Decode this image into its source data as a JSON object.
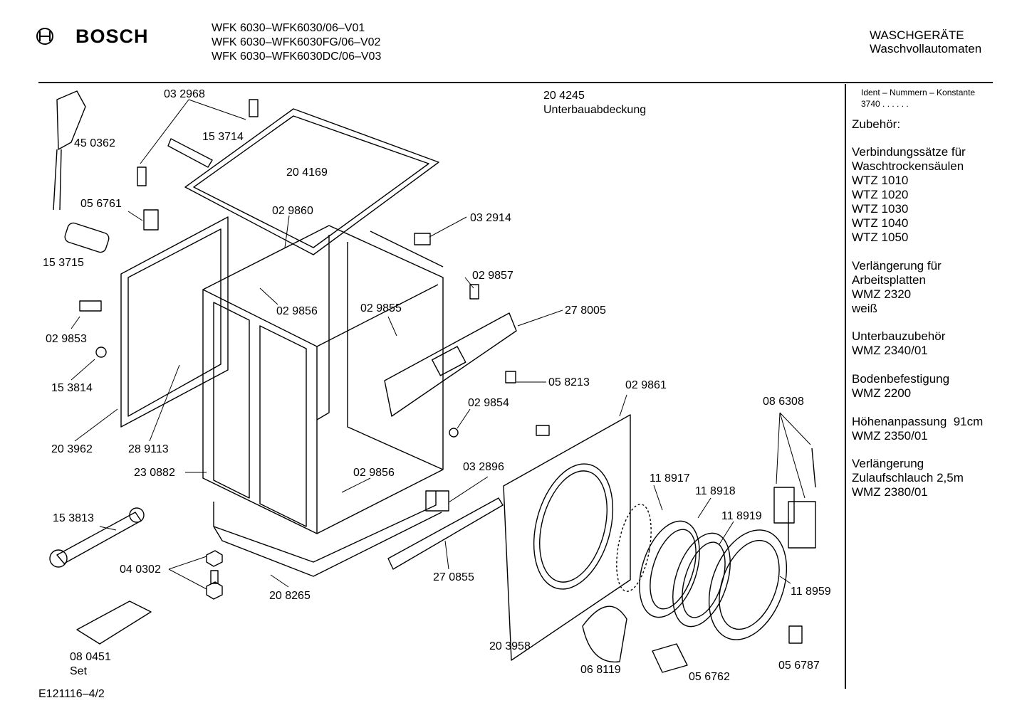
{
  "header": {
    "brand": "BOSCH",
    "models": [
      "WFK 6030–WFK6030/06–V01",
      "WFK 6030–WFK6030FG/06–V02",
      "WFK 6030–WFK6030DC/06–V03"
    ],
    "category_line1": "WASCHGERÄTE",
    "category_line2": "Waschvollautomaten"
  },
  "parts": [
    {
      "id": "p1",
      "label": "03 2968"
    },
    {
      "id": "p2",
      "label": "15 3714"
    },
    {
      "id": "p3",
      "label": "45 0362"
    },
    {
      "id": "p4",
      "label": "20 4169"
    },
    {
      "id": "p5",
      "label": "05 6761"
    },
    {
      "id": "p6",
      "label": "02 9860"
    },
    {
      "id": "p7",
      "label": "03 2914"
    },
    {
      "id": "p8",
      "label": "15 3715"
    },
    {
      "id": "p9",
      "label": "02 9857"
    },
    {
      "id": "p10",
      "label": "02 9856"
    },
    {
      "id": "p11",
      "label": "02 9855"
    },
    {
      "id": "p12",
      "label": "27 8005"
    },
    {
      "id": "p13",
      "label": "02 9853"
    },
    {
      "id": "p14",
      "label": "15 3814"
    },
    {
      "id": "p15",
      "label": "05 8213"
    },
    {
      "id": "p16",
      "label": "02 9861"
    },
    {
      "id": "p17",
      "label": "02 9854"
    },
    {
      "id": "p18",
      "label": "08 6308"
    },
    {
      "id": "p19",
      "label": "20 3962"
    },
    {
      "id": "p20",
      "label": "28 9113"
    },
    {
      "id": "p21",
      "label": "23 0882"
    },
    {
      "id": "p22",
      "label": "02 9856"
    },
    {
      "id": "p23",
      "label": "03 2896"
    },
    {
      "id": "p24",
      "label": "11 8917"
    },
    {
      "id": "p25",
      "label": "11 8918"
    },
    {
      "id": "p26",
      "label": "11 8919"
    },
    {
      "id": "p27",
      "label": "15 3813"
    },
    {
      "id": "p28",
      "label": "04 0302"
    },
    {
      "id": "p29",
      "label": "20 8265"
    },
    {
      "id": "p30",
      "label": "27 0855"
    },
    {
      "id": "p31",
      "label": "11 8959"
    },
    {
      "id": "p32",
      "label": "20 3958"
    },
    {
      "id": "p33",
      "label": "08 0451"
    },
    {
      "id": "p34",
      "label": "Set"
    },
    {
      "id": "p35",
      "label": "06 8119"
    },
    {
      "id": "p36",
      "label": "05 6762"
    },
    {
      "id": "p37",
      "label": "05 6787"
    }
  ],
  "note": {
    "number": "20 4245",
    "text": "Unterbauabdeckung"
  },
  "footer_code": "E121116–4/2",
  "sidebar": {
    "ident_title": "Ident – Nummern – Konstante",
    "ident_value": "3740 . . . . . .",
    "accessories_title": "Zubehör:",
    "groups": [
      {
        "lines": [
          "Verbindungssätze für",
          "Waschtrockensäulen",
          "WTZ 1010",
          "WTZ 1020",
          "WTZ 1030",
          "WTZ 1040",
          "WTZ 1050"
        ]
      },
      {
        "lines": [
          "Verlängerung für",
          "Arbeitsplatten",
          "WMZ 2320",
          "weiß"
        ]
      },
      {
        "lines": [
          "Unterbauzubehör",
          "WMZ 2340/01"
        ]
      },
      {
        "lines": [
          "Bodenbefestigung",
          "WMZ 2200"
        ]
      },
      {
        "lines": [
          "Höhenanpassung  91cm",
          "WMZ 2350/01"
        ]
      },
      {
        "lines": [
          "Verlängerung",
          "Zulaufschlauch 2,5m",
          "WMZ 2380/01"
        ]
      }
    ]
  }
}
